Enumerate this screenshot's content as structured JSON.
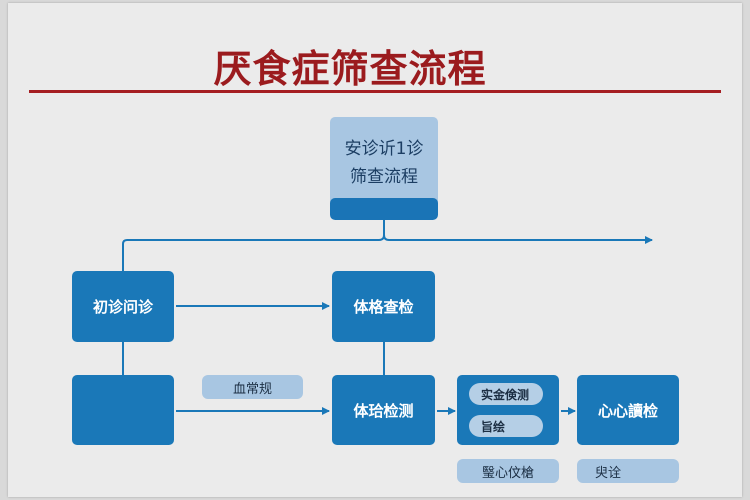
{
  "title": "厌食症筛查流程",
  "colors": {
    "title": "#9b1b1e",
    "rule": "#a51e22",
    "box": "#1a78b8",
    "pill": "#a8c6e2",
    "connector": "#1a78b8",
    "background": "#ebebeb"
  },
  "start_node": {
    "line1": "安诊䜣1诊",
    "line2": "筛查流程"
  },
  "nodes": {
    "initial_consult": "初诊问诊",
    "physical_exam": "体格查检",
    "blank_box": "",
    "lab_test": "体珨检测",
    "cardiac_check": "心心讀检"
  },
  "sub_items": {
    "lab_box_items": [
      "实金倹测",
      "旨绘"
    ]
  },
  "labels": {
    "blood_routine": "血常规",
    "below_lab_box": "瑿心伩槍",
    "below_cardiac": "臾诠"
  }
}
